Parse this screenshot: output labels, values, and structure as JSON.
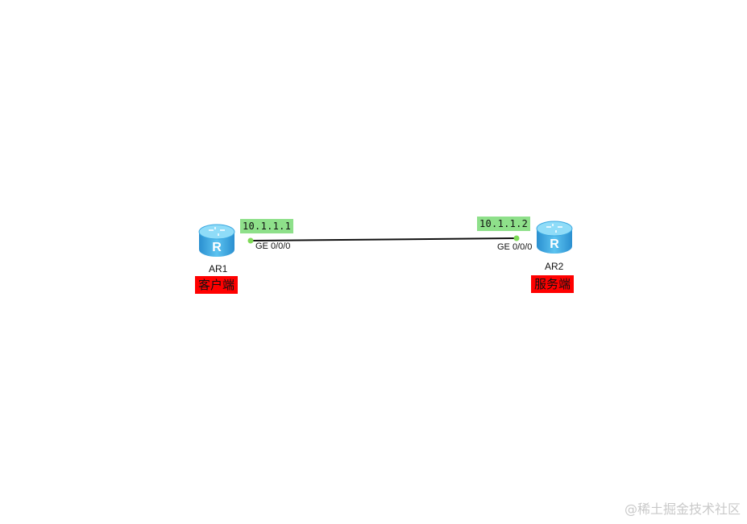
{
  "devices": [
    {
      "name": "AR1",
      "role": "客户端",
      "ip": "10.1.1.1",
      "port": "GE 0/0/0",
      "icon": "router-icon",
      "icon_letter": "R"
    },
    {
      "name": "AR2",
      "role": "服务端",
      "ip": "10.1.1.2",
      "port": "GE 0/0/0",
      "icon": "router-icon",
      "icon_letter": "R"
    }
  ],
  "link": {
    "from": "AR1",
    "to": "AR2",
    "color": "#111111",
    "endpoint_color": "#7ed957"
  },
  "colors": {
    "ip_label_bg": "#8ee08a",
    "role_tag_bg": "#ff0000",
    "router_body": "#3aa7e0"
  },
  "watermark": "@稀土掘金技术社区"
}
